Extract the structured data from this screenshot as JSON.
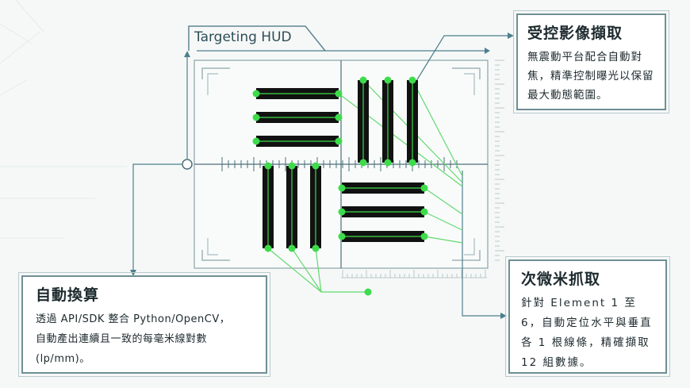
{
  "hud": {
    "title": "Targeting HUD"
  },
  "callouts": {
    "top": {
      "title": "受控影像擷取",
      "body": "無震動平台配合自動對焦，精準控制曝光以保留最大動態範圍。"
    },
    "left": {
      "title": "自動換算",
      "body_line1": "透過 API/SDK 整合 Python/OpenCV，",
      "body_line2": "自動產出連續且一致的每毫米線對數",
      "body_line3": "(lp/mm)。"
    },
    "right": {
      "title": "次微米抓取",
      "body": "針對 Element 1 至 6，自動定位水平與垂直各 1 根線條，精確擷取 12 組數據。"
    }
  },
  "colors": {
    "accent": "#3ddc4b",
    "line": "#2d5a66",
    "bar": "#111111",
    "card_border": "#6f8f94"
  }
}
